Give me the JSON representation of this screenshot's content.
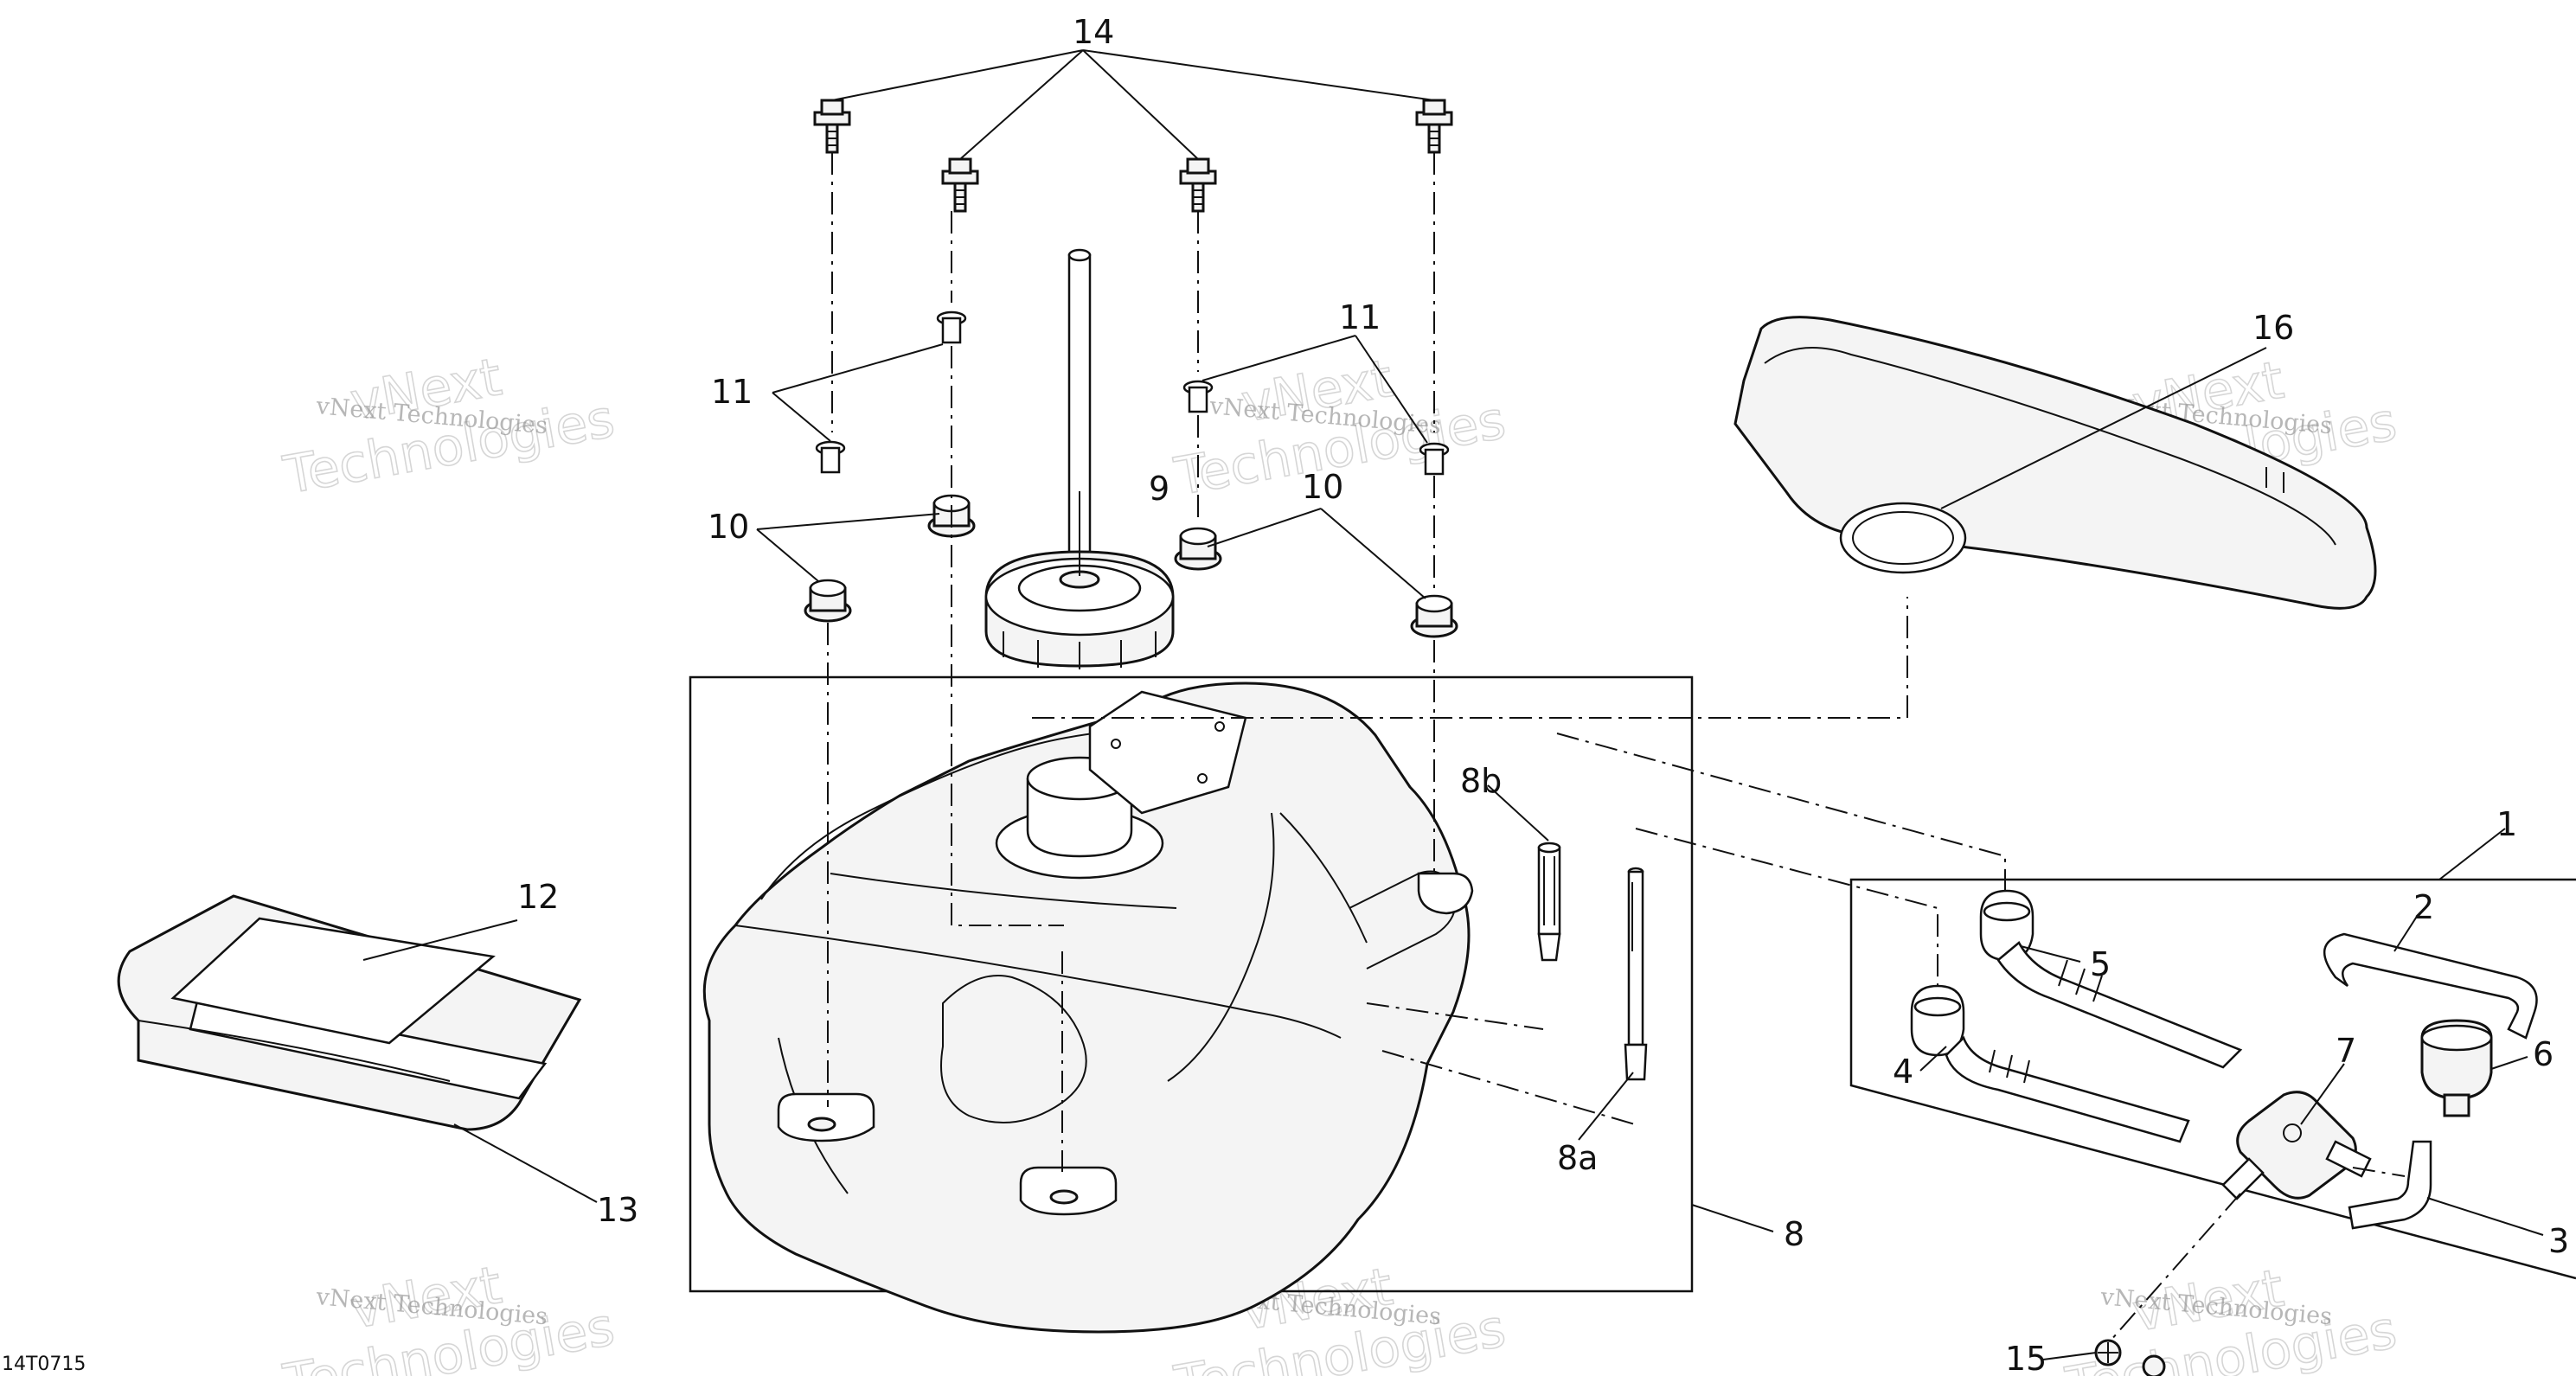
{
  "reference_code": "14T0715",
  "watermark": {
    "line1": "vNext Technologies",
    "line2_fragments": [
      "vNext",
      "Technologies"
    ]
  },
  "callouts": {
    "c1": "1",
    "c2": "2",
    "c3": "3",
    "c4": "4",
    "c5": "5",
    "c6": "6",
    "c7": "7",
    "c8": "8",
    "c8a": "8a",
    "c8b": "8b",
    "c9": "9",
    "c10_left": "10",
    "c10_right": "10",
    "c11_left": "11",
    "c11_right": "11",
    "c12": "12",
    "c13": "13",
    "c14": "14",
    "c15": "15",
    "c16": "16"
  }
}
